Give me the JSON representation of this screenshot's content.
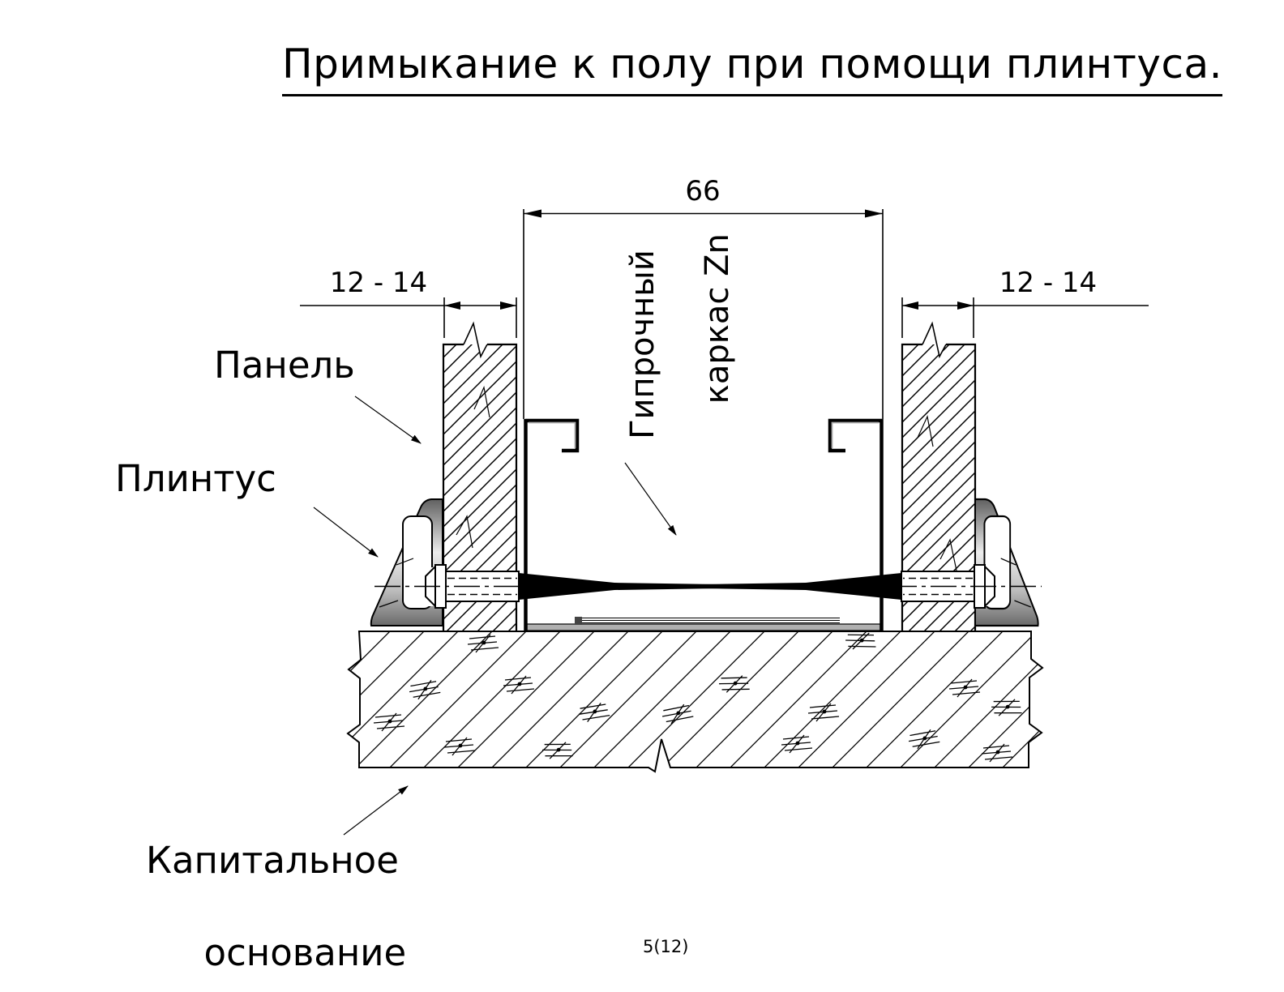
{
  "title": "Примыкание к полу при помощи плинтуса.",
  "page_number": "5(12)",
  "dimensions": {
    "top_width": "66",
    "left_panel": "12 - 14",
    "right_panel": "12 - 14"
  },
  "labels": {
    "panel": "Панель",
    "plinth": "Плинтус",
    "base_line1": "Капитальное",
    "base_line2": "основание",
    "frame_line1": "Гипрочный",
    "frame_line2": "каркас Zn"
  },
  "colors": {
    "line": "#000000",
    "profile_gray": "#aaaaaa",
    "plinth_dark": "#5f5f5f",
    "plinth_light": "#ececec"
  }
}
